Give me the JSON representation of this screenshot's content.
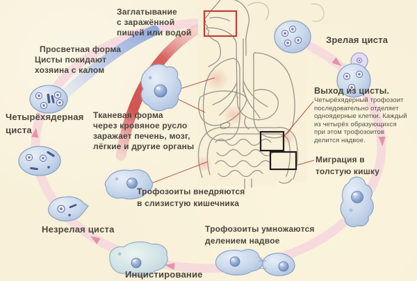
{
  "title": "Жизненный цикл амёбы (схема заражения)",
  "labels": {
    "swallowing": {
      "lines": [
        "Заглатывание",
        "с заражённой",
        "пищей или водой"
      ]
    },
    "luminal_form": {
      "title": "Просветная форма",
      "lines": [
        "Цисты покидают",
        "хозяина с калом"
      ]
    },
    "tissue_form": {
      "title": "Тканевая форма",
      "lines": [
        "через кровяное русло",
        "заражает печень, мозг,",
        "лёгкие и другие органы"
      ]
    },
    "four_nucleus_cyst": {
      "lines": [
        "Четырёхядерная",
        "циста"
      ]
    },
    "immature_cyst": "Незрелая циста",
    "mature_cyst": "Зрелая циста",
    "cyst_exit": {
      "title": "Выход из цисты.",
      "lines": [
        "Четырёхядерный трофозоит",
        "последовательно отделяет",
        "одноядерные клетки. Каждый",
        "из четырёх образующихся",
        "при этом трофозоитов",
        "делится надвое."
      ]
    },
    "migration": {
      "lines": [
        "Миграция в",
        "толстую кишку"
      ]
    },
    "invade": {
      "lines": [
        "Трофозоиты внедряются",
        "в слизистую кишечника"
      ]
    },
    "multiply": {
      "lines": [
        "Трофозоиты умножаются",
        "делением надвое"
      ]
    },
    "encystation": "Инцистирование"
  },
  "colors": {
    "background": "#f8f0d8",
    "text": "#4a453c",
    "accent_blue": "#5a7cc2",
    "accent_red": "#cb4a41",
    "cycle_ring_pink": "#f6d9dd",
    "arrow_pink": "#e294a6",
    "blood_band_red": "#d15450",
    "luminal_band_blue": "#8ca7dc",
    "cell_fill": "#c8d7ea",
    "cell_stroke": "#8ba3c6",
    "highlight_box_red": "#c23b34",
    "highlight_box_black": "#1c1c1c"
  }
}
